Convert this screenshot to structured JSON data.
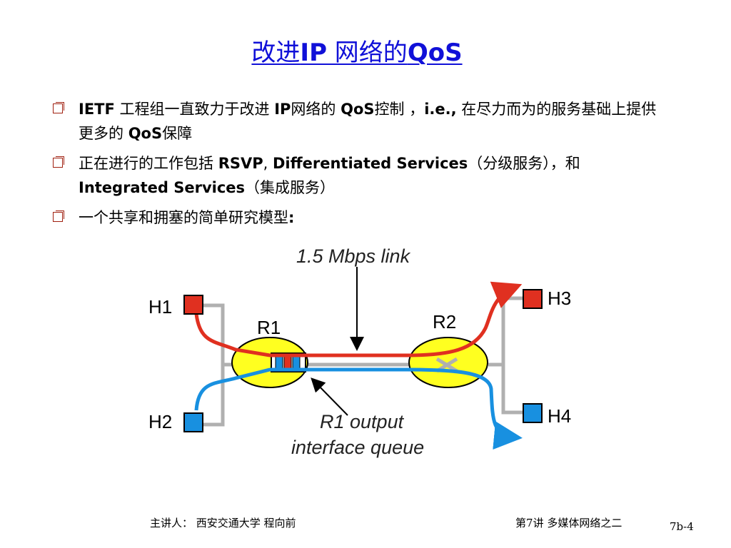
{
  "title": {
    "part1": "改进",
    "part2": "IP",
    "part3": " 网络的",
    "part4": "QoS"
  },
  "bullets": [
    {
      "segments": [
        {
          "text": "IETF",
          "bold": true
        },
        {
          "text": " 工程组一直致力于改进 ",
          "bold": false
        },
        {
          "text": "IP",
          "bold": true
        },
        {
          "text": "网络的 ",
          "bold": false
        },
        {
          "text": "QoS",
          "bold": true
        },
        {
          "text": "控制 ，",
          "bold": false
        },
        {
          "text": "i.e.,",
          "bold": true
        },
        {
          "text": " 在尽力而为的服务基础上提供更多的 ",
          "bold": false
        },
        {
          "text": "QoS",
          "bold": true
        },
        {
          "text": "保障",
          "bold": false
        }
      ]
    },
    {
      "segments": [
        {
          "text": "正在进行的工作包括 ",
          "bold": false
        },
        {
          "text": "RSVP",
          "bold": true
        },
        {
          "text": ", ",
          "bold": false
        },
        {
          "text": "Differentiated Services",
          "bold": true
        },
        {
          "text": "（分级服务），和 ",
          "bold": false
        },
        {
          "text": "Integrated Services",
          "bold": true
        },
        {
          "text": "（集成服务）",
          "bold": false
        }
      ]
    },
    {
      "segments": [
        {
          "text": "一个共享和拥塞的简单研究模型",
          "bold": false
        },
        {
          "text": ":",
          "bold": true
        }
      ]
    }
  ],
  "diagram": {
    "link_label": "1.5 Mbps link",
    "queue_label_line1": "R1 output",
    "queue_label_line2": "interface queue",
    "routers": {
      "r1": "R1",
      "r2": "R2"
    },
    "hosts": {
      "h1": "H1",
      "h2": "H2",
      "h3": "H3",
      "h4": "H4"
    },
    "colors": {
      "red_flow": "#e03020",
      "blue_flow": "#1890e0",
      "router_fill": "#ffff20",
      "wire": "#b0b0b0"
    }
  },
  "footer": {
    "lecturer": "主讲人：  西安交通大学  程向前",
    "lecture_title_prefix": "第",
    "lecture_number": "7",
    "lecture_title_suffix": "讲 多媒体网络之二",
    "page": "7b-4"
  }
}
